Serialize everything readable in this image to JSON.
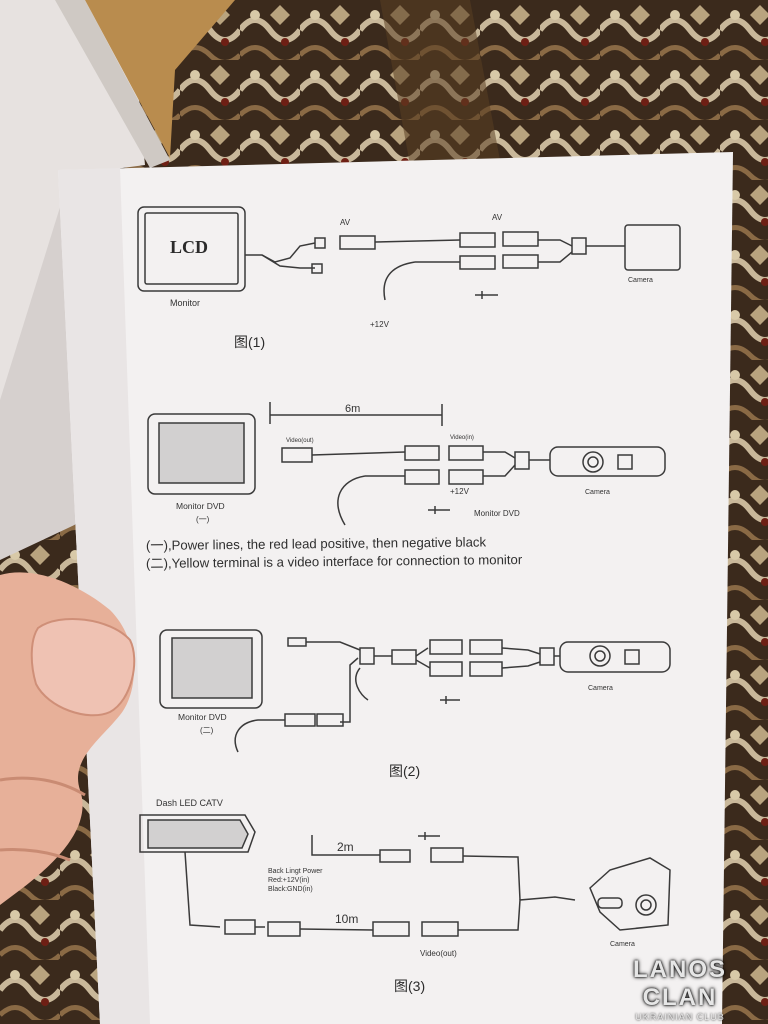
{
  "diagrams": {
    "fig1": {
      "lcd": "LCD",
      "monitor": "Monitor",
      "av_left": "AV",
      "av_right": "AV",
      "power": "+12V",
      "camera": "Camera",
      "caption": "图(1)"
    },
    "fig_dvd": {
      "cable_length": "6m",
      "video_out": "Video(out)",
      "video_in": "Video(in)",
      "power": "+12V",
      "monitor_dvd": "Monitor DVD",
      "monitor_dvd_num": "(一)",
      "camera": "Camera"
    },
    "notes": {
      "line1": "(一),Power lines, the red lead positive, then negative black",
      "line2": "(二),Yellow terminal is a video interface for connection to monitor"
    },
    "fig2": {
      "monitor_dvd": "Monitor DVD",
      "monitor_dvd_num": "(二)",
      "camera": "Camera",
      "caption": "图(2)"
    },
    "fig3": {
      "dash": "Dash LED CATV",
      "cable_2m": "2m",
      "back_light_1": "Back Lingt Power",
      "back_light_2": "Red:+12V(in)",
      "back_light_3": "Black:GND(in)",
      "cable_10m": "10m",
      "video_out": "Video(out)",
      "camera": "Camera",
      "caption": "图(3)"
    }
  },
  "watermark": {
    "brand": "LANOS CLAN",
    "sub": "UKRAINIAN CLUB"
  },
  "colors": {
    "paper": "#f3f1f1",
    "ink": "#3a3a3a",
    "carpet_dark": "#3b2a1c",
    "carpet_light": "#c9b89a",
    "skin": "#e9b39a"
  }
}
